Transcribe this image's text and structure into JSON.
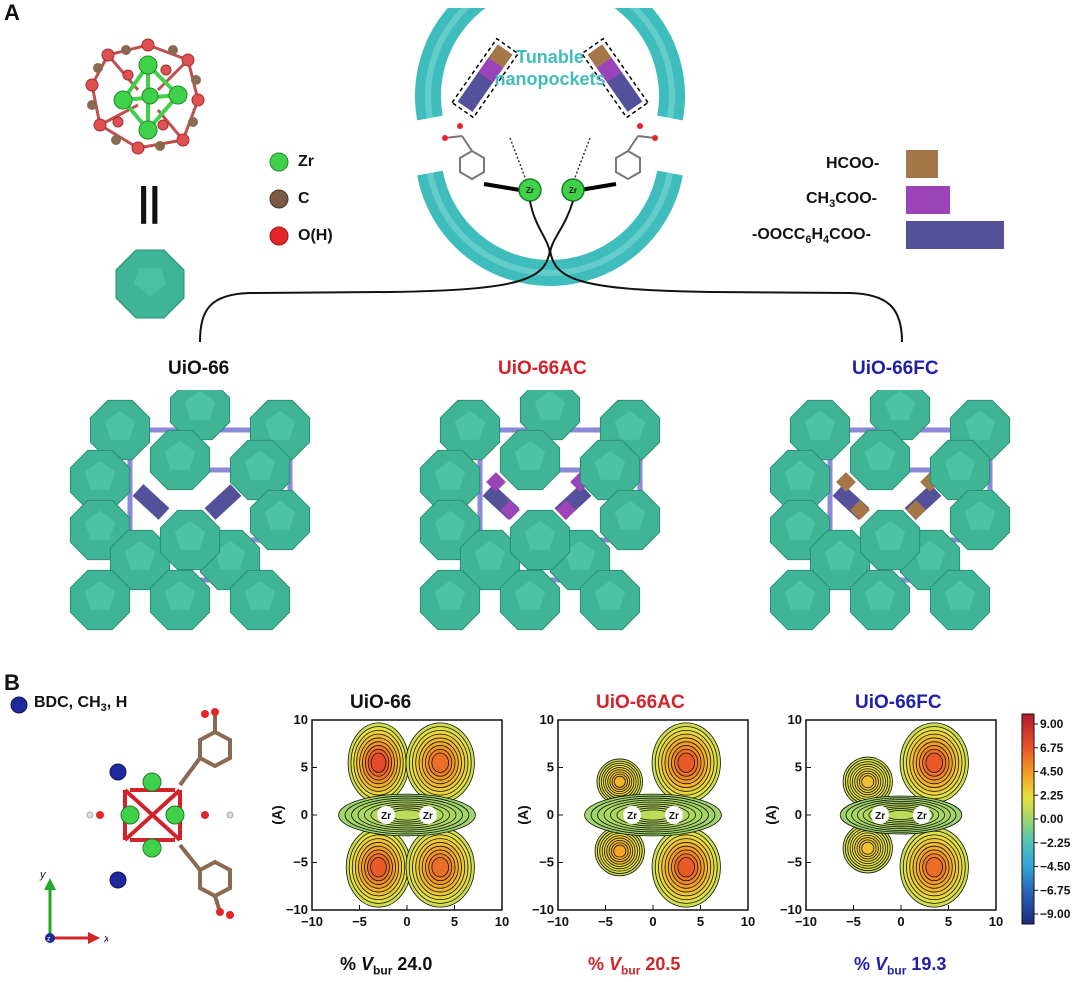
{
  "panels": {
    "a": "A",
    "b": "B"
  },
  "legend_atoms": [
    {
      "label": "Zr",
      "color": "#3fd14a"
    },
    {
      "label": "C",
      "color": "#7a5a44"
    },
    {
      "label": "O(H)",
      "color": "#e4262a"
    }
  ],
  "equals_sign": "||",
  "ring": {
    "line1": "Tunable",
    "line2": "nanopockets",
    "color": "#3fbdbd",
    "zr1": "Zr",
    "zr2": "Zr"
  },
  "ligands": [
    {
      "label_parts": [
        "HCOO-"
      ],
      "color": "#a47648",
      "length": 1
    },
    {
      "label_parts": [
        "CH",
        "3",
        "COO-"
      ],
      "color": "#9a44b8",
      "length": 1.4
    },
    {
      "label_parts": [
        "-OOCC",
        "6",
        "H",
        "4",
        "COO-"
      ],
      "color": "#545099",
      "length": 3
    }
  ],
  "mofs": [
    {
      "name": "UiO-66",
      "color": "#111111",
      "pocket": "none"
    },
    {
      "name": "UiO-66AC",
      "color": "#d2232a",
      "pocket": "#9a44b8"
    },
    {
      "name": "UiO-66FC",
      "color": "#1f1fa8",
      "pocket": "#a47648"
    }
  ],
  "panel_b": {
    "atom_legend": "BDC, CH",
    "atom_legend_sub": "3",
    "atom_legend_tail": ", H",
    "axis_y": "y",
    "axis_x": "x",
    "axis_z": "z",
    "ylabel": "(Å)",
    "maps": [
      {
        "title": "UiO-66",
        "color": "#111111",
        "vbur_prefix": "% ",
        "vbur_var": "V",
        "vbur_sub": "bur",
        "vbur_value": "24.0"
      },
      {
        "title": "UiO-66AC",
        "color": "#d2232a",
        "vbur_prefix": "% ",
        "vbur_var": "V",
        "vbur_sub": "bur",
        "vbur_value": "20.5"
      },
      {
        "title": "UiO-66FC",
        "color": "#1f1fa8",
        "vbur_prefix": "% ",
        "vbur_var": "V",
        "vbur_sub": "bur",
        "vbur_value": "19.3"
      }
    ],
    "zr_label": "Zr",
    "colorbar_ticks": [
      "9.00",
      "6.75",
      "4.50",
      "2.25",
      "0.00",
      "−2.25",
      "−4.50",
      "−6.75",
      "−9.00"
    ]
  },
  "chart_data": {
    "type": "heatmap",
    "x_ticks": [
      -10,
      -5,
      0,
      5,
      10
    ],
    "y_ticks": [
      10,
      5,
      0,
      -5,
      -10
    ],
    "xlim": [
      -10,
      10
    ],
    "ylim": [
      -10,
      10
    ],
    "ylabel": "(Å)",
    "colorbar_range": [
      -9,
      9
    ],
    "maps": [
      "UiO-66",
      "UiO-66AC",
      "UiO-66FC"
    ],
    "vbur_percent": [
      24.0,
      20.5,
      19.3
    ]
  }
}
